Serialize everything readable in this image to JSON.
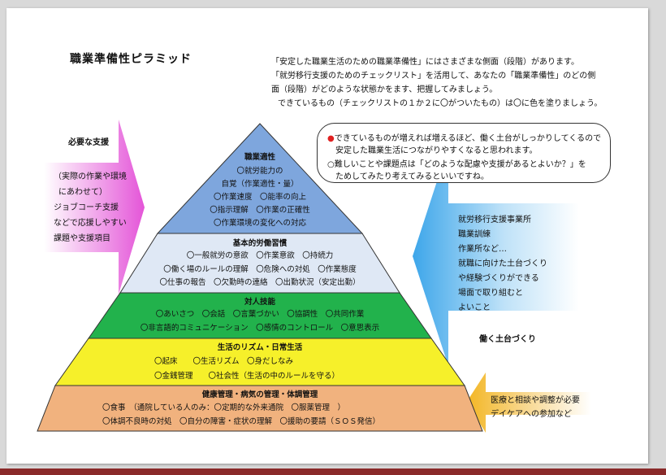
{
  "title": "職業準備性ピラミッド",
  "intro": {
    "line1": "「安定した職業生活のための職業準備性」にはさまざまな側面（段階）があります。",
    "line2": "「就労移行支援のためのチェックリスト」を活用して、あなたの「職業準備性」のどの側",
    "line3": "面（段階）がどのような状態かをます、把握してみましょう。",
    "line4": "できているもの（チェックリストの１か２に〇がついたもの）は〇に色を塗りましょう。"
  },
  "bubble": {
    "line1": "できているものが増えれば増えるほど、働く土台がしっかりしてくるので",
    "line2": "安定した職業生活につながりやすくなると思われます。",
    "line3": "難しいことや課題点は「どのような配慮や支援があるとよいか？」を",
    "line4": "ためしてみたり考えてみるといいですね。"
  },
  "left_panel": {
    "label": "必要な支援",
    "lines": [
      "（実際の作業や環境",
      "にあわせて）",
      "ジョブコーチ支援",
      "などで応援しやすい",
      "課題や支援項目"
    ]
  },
  "right_panel": {
    "label": "働く土台づくり",
    "lines": [
      "就労移行支援事業所",
      "職業訓練",
      "作業所など…",
      "就職に向けた土台づくり",
      "や経験づくりができる",
      "場面で取り組むと",
      "よいこと"
    ]
  },
  "bottom_right": {
    "lines": [
      "医療と相談や調整が必要",
      "デイケアへの参加など"
    ]
  },
  "pyramid": {
    "level1": {
      "heading": "職業適性",
      "lines": [
        "〇就労能力の",
        "自覚（作業適性・量）",
        "〇作業速度　〇能率の向上",
        "〇指示理解　〇作業の正確性",
        "〇作業環境の変化への対応"
      ]
    },
    "level2": {
      "heading": "基本的労働習慣",
      "lines": [
        "〇一般就労の意欲　〇作業意欲　〇持続力",
        "〇働く場のルールの理解　〇危険への対処　〇作業態度",
        "〇仕事の報告　〇欠勤時の連絡　〇出勤状況（安定出勤）"
      ]
    },
    "level3": {
      "heading": "対人技能",
      "lines": [
        "〇あいさつ　〇会話　〇言葉づかい　〇協調性　〇共同作業",
        "〇非言語的コミュニケーション　〇感情のコントロール　〇意思表示"
      ]
    },
    "level4": {
      "heading": "生活のリズム・日常生活",
      "lines": [
        "〇起床　　〇生活リズム　〇身だしなみ",
        "〇金銭管理　　〇社会性（生活の中のルールを守る）"
      ]
    },
    "level5": {
      "heading": "健康管理・病気の管理・体調管理",
      "lines": [
        "〇食事　（通院している人のみ：〇定期的な外来通院　〇服薬管理　）",
        "〇体調不良時の対処　〇自分の障害・症状の理解　〇援助の要請（ＳＯＳ発信）"
      ]
    }
  },
  "colors": {
    "level1": "#7ea6dd",
    "level2": "#dfe8f5",
    "level3": "#22b24c",
    "level4": "#f6f02a",
    "level5": "#f1b27e",
    "left_arrow": "#e455d8",
    "right_arrow": "#3da6ea",
    "bottom_arrow": "#f3b623"
  }
}
